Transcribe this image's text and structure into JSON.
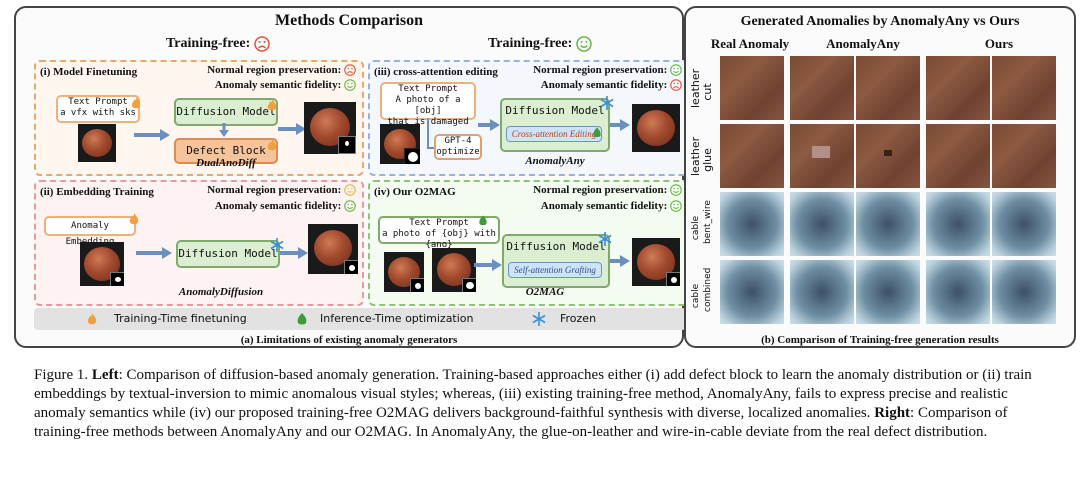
{
  "left": {
    "title": "Methods Comparison",
    "heading_free_sad": "Training-free:",
    "heading_free_happy": "Training-free:",
    "q1": {
      "title": "(i) Model Finetuning",
      "normal": "Normal region preservation:",
      "semantic": "Anomaly semantic fidelity:",
      "prompt_title": "Text Prompt",
      "prompt_text": "a vfx with sks",
      "diffusion": "Diffusion Model",
      "defect": "Defect Block",
      "method": "DualAnoDiff"
    },
    "q2": {
      "title": "(iii) cross-attention editing",
      "normal": "Normal region preservation:",
      "semantic": "Anomaly semantic fidelity:",
      "prompt_title": "Text Prompt",
      "prompt_line1": "A photo of a [obj]",
      "prompt_line2": "that is damaged",
      "gpt": "GPT-4",
      "gpt2": "optimize",
      "diffusion": "Diffusion Model",
      "sub": "Cross-attention Editing",
      "method": "AnomalyAny"
    },
    "q3": {
      "title": "(ii) Embedding Training",
      "normal": "Normal region preservation:",
      "semantic": "Anomaly semantic fidelity:",
      "prompt_title": "Anomaly Embedding",
      "diffusion": "Diffusion Model",
      "method": "AnomalyDiffusion"
    },
    "q4": {
      "title": "(iv) Our O2MAG",
      "normal": "Normal region preservation:",
      "semantic": "Anomaly semantic fidelity:",
      "prompt_title": "Text Prompt",
      "prompt_text": "a photo of {obj} with {ano}",
      "diffusion": "Diffusion Model",
      "sub": "Self-attention Grafting",
      "method": "O2MAG"
    },
    "legend": {
      "fire": "Training-Time finetuning",
      "leaf": "Inference-Time optimization",
      "snow": "Frozen"
    },
    "subcaption": "(a) Limitations of existing anomaly generators"
  },
  "right": {
    "title": "Generated Anomalies by AnomalyAny vs Ours",
    "col_real": "Real Anomaly",
    "col_any": "AnomalyAny",
    "col_ours": "Ours",
    "rows": [
      {
        "l1": "leather",
        "l2": "cut"
      },
      {
        "l1": "leather",
        "l2": "glue"
      },
      {
        "l1": "cable",
        "l2": "bent_wire"
      },
      {
        "l1": "cable",
        "l2": "combined"
      }
    ],
    "subcaption": "(b) Comparison of Training-free generation results"
  },
  "caption": {
    "label": "Figure 1.",
    "left_word": "Left",
    "left_text": ": Comparison of diffusion-based anomaly generation. Training-based approaches either (i) add defect block to learn the anomaly distribution or (ii) train embeddings by textual-inversion to mimic anomalous visual styles; whereas, (iii) existing training-free method, AnomalyAny, fails to express precise and realistic anomaly semantics while (iv) our proposed training-free O2MAG delivers background-faithful synthesis with diverse, localized anomalies. ",
    "right_word": "Right",
    "right_text": ": Comparison of training-free methods between AnomalyAny and our O2MAG. In AnomalyAny, the glue-on-leather and wire-in-cable deviate from the real defect distribution."
  },
  "colors": {
    "sad_face": "#e0563a",
    "happy_face": "#69b74a",
    "neutral_face": "#e8b640",
    "fire": "#f0a040",
    "leaf": "#3f9a3a",
    "snow": "#3a8fd6"
  }
}
